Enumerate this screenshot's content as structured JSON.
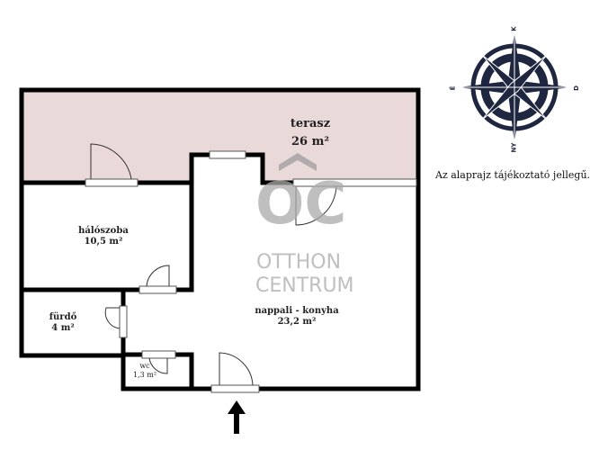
{
  "rooms": [
    {
      "name": "terasz",
      "area": "26 m²"
    },
    {
      "name": "hálószoba",
      "area": "10,5 m²"
    },
    {
      "name": "nappali - konyha",
      "area": "23,2 m²"
    },
    {
      "name": "fürdő",
      "area": "4 m²"
    },
    {
      "name": "wc",
      "area": "1,3 m²"
    }
  ],
  "compass": {
    "n": "K",
    "e": "D",
    "s": "NY",
    "w": "É"
  },
  "note": "Az alaprajz tájékoztató jellegű.",
  "watermark": {
    "logo": "OC",
    "line1": "OTTHON",
    "line2": "CENTRUM"
  },
  "colors": {
    "terrace": "#ead9d9",
    "wall": "#000000",
    "compass": "#1f2740"
  }
}
